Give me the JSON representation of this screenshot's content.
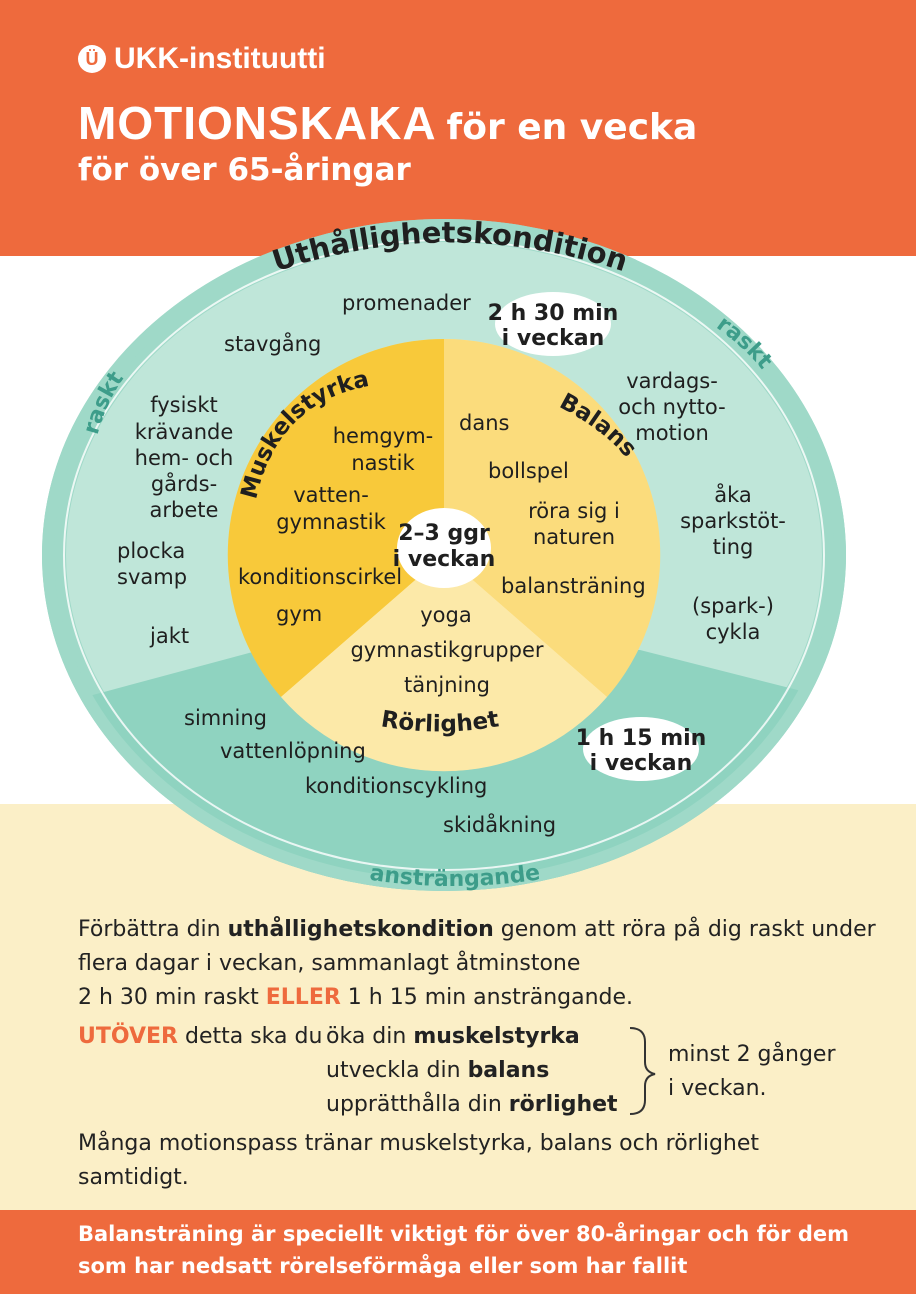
{
  "header": {
    "logo_text": "UKK-instituutti",
    "logo_mark": "Ü",
    "title_main": "MOTIONSKAKA",
    "title_rest": "för en vecka",
    "subtitle": "för över 65-åringar"
  },
  "diagram": {
    "outer_title": "Uthållighetskondition",
    "raskt_left": "raskt",
    "raskt_right": "raskt",
    "anstrangande": "ansträngande",
    "badge_top": [
      "2 h 30 min",
      "i veckan"
    ],
    "badge_bottom": [
      "1 h 15 min",
      "i veckan"
    ],
    "badge_center": [
      "2–3 ggr",
      "i veckan"
    ],
    "sections": {
      "muskelstyrka": "Muskelstyrka",
      "balans": "Balans",
      "rorlighet": "Rörlighet"
    },
    "outer_activities": {
      "promenader": "promenader",
      "stavgang": "stavgång",
      "fysiskt": [
        "fysiskt",
        "krävande",
        "hem- och",
        "gårds-",
        "arbete"
      ],
      "plocka": [
        "plocka",
        "svamp"
      ],
      "jakt": "jakt",
      "vardags": [
        "vardags-",
        "och nytto-",
        "motion"
      ],
      "aka": [
        "åka",
        "sparkstöt-",
        "ting"
      ],
      "cykla": [
        "(spark-)",
        "cykla"
      ]
    },
    "strength_activities": {
      "hemgym": [
        "hemgym-",
        "nastik"
      ],
      "vatten": [
        "vatten-",
        "gymnastik"
      ],
      "kondcirkel": "konditionscirkel",
      "gym": "gym"
    },
    "balance_activities": {
      "dans": "dans",
      "bollspel": "bollspel",
      "rora": [
        "röra sig i",
        "naturen"
      ],
      "balanstraning": "balansträning"
    },
    "flex_activities": {
      "yoga": "yoga",
      "gymgrupper": "gymnastikgrupper",
      "tanjning": "tänjning"
    },
    "vigorous_activities": {
      "simning": "simning",
      "vattenlopning": "vattenlöpning",
      "kondcykling": "konditionscykling",
      "skidakning": "skidåkning"
    }
  },
  "text": {
    "p1_a": "Förbättra din ",
    "p1_b": "uthållighetskondition",
    "p1_c": " genom att röra på dig raskt under",
    "p1_line2": "flera dagar i veckan, sammanlagt åtminstone",
    "p1_line3_a": "2 h 30 min raskt ",
    "p1_line3_b": "ELLER",
    "p1_line3_c": " 1 h 15 min ansträngande.",
    "utover": "UTÖVER",
    "utover_rest": " detta ska du",
    "list1_a": "öka din ",
    "list1_b": "muskelstyrka",
    "list2_a": "utveckla din ",
    "list2_b": "balans",
    "list3_a": "upprätthålla din ",
    "list3_b": "rörlighet",
    "minst_1": "minst 2 gånger",
    "minst_2": "i veckan.",
    "p3_line1": "Många motionspass tränar muskelstyrka, balans och rörlighet",
    "p3_line2": "samtidigt."
  },
  "footer": {
    "line1": "Balansträning är speciellt viktigt för över 80-åringar och för dem",
    "line2": "som har nedsatt rörelseförmåga eller som har fallit"
  },
  "colors": {
    "orange": "#ee6a3d",
    "outer_green": "#bfe6d9",
    "vigorous_green": "#8fd3c0",
    "ring_green": "#9fd9c8",
    "strength_yellow": "#f8c93a",
    "balance_yellow": "#fbdc7c",
    "flex_yellow": "#fce9a8",
    "cream": "#fbefc7"
  }
}
